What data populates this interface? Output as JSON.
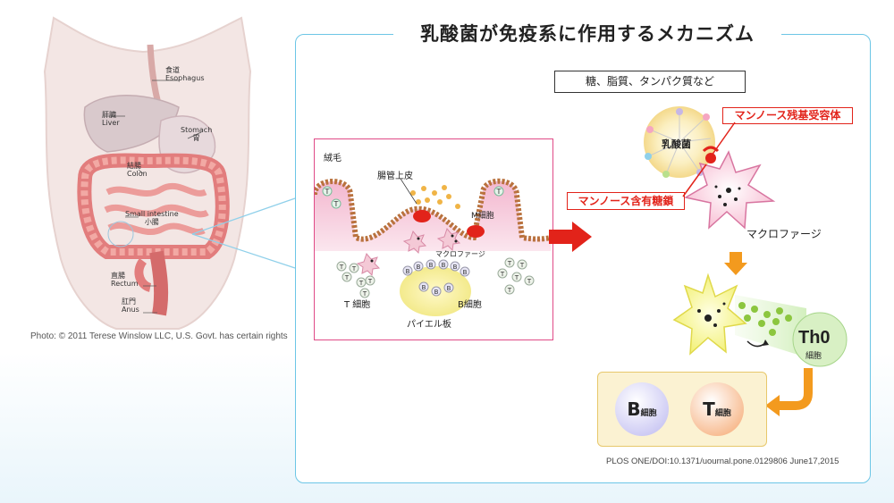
{
  "title": "乳酸菌が免疫系に作用するメカニズム",
  "anatomy": {
    "esophagus_jp": "食道",
    "esophagus_en": "Esophagus",
    "liver_jp": "肝臓",
    "liver_en": "Liver",
    "stomach_en": "Stomach",
    "stomach_jp": "胃",
    "colon_jp": "結腸",
    "colon_en": "Colon",
    "small_intestine_en": "Small intestine",
    "small_intestine_jp": "小腸",
    "rectum_jp": "直腸",
    "rectum_en": "Rectum",
    "anus_jp": "肛門",
    "anus_en": "Anus"
  },
  "credit": "Photo: © 2011 Terese Winslow LLC, U.S. Govt. has certain rights",
  "peyer": {
    "villi": "絨毛",
    "epithelium": "腸管上皮",
    "m_cell": "M細胞",
    "macrophage": "マクロファージ",
    "t_cell": "T 細胞",
    "b_cell": "B細胞",
    "patch": "パイエル板",
    "t_letter": "T",
    "b_letter": "B"
  },
  "mechanism": {
    "nutrients": "糖、脂質、タンパク質など",
    "mannose_receptor": "マンノース残基受容体",
    "mannose_chain": "マンノース含有糖鎖",
    "lactobacillus": "乳酸菌",
    "macrophage": "マクロファージ",
    "th0": "Th0",
    "th0_sub": "細胞",
    "b_letter": "B",
    "t_letter": "T",
    "cell_word": "細胞"
  },
  "reference": "PLOS ONE/DOI:10.1371/uournal.pone.0129806  June17,2015",
  "colors": {
    "panel_border": "#6cc6e6",
    "arrow_red": "#e2231a",
    "arrow_orange": "#f39a1e",
    "peyer_border": "#e04a87"
  }
}
